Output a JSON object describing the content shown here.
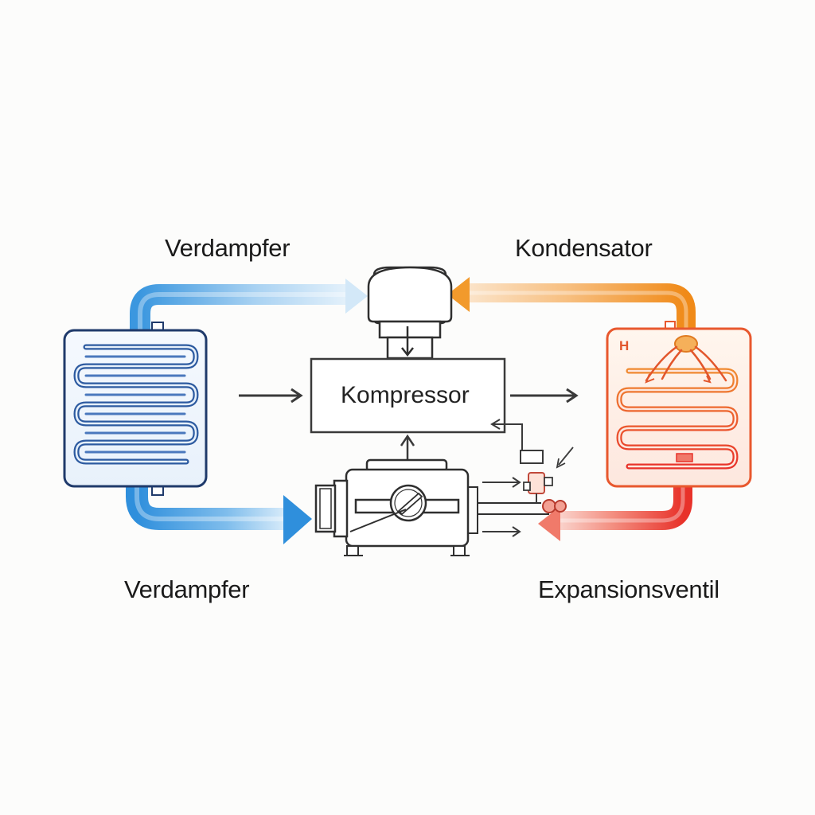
{
  "labels": {
    "top_left": "Verdampfer",
    "top_right": "Kondensator",
    "bottom_left": "Verdampfer",
    "bottom_right": "Expansionsventil",
    "center_box": "Kompressor",
    "condenser_mark": "H"
  },
  "colors": {
    "cold_pipe": "#3b97df",
    "cold_pipe_light": "#cfe6f8",
    "hot_pipe_top": "#f0901e",
    "hot_pipe_bottom": "#e8322a",
    "evaporator_outline": "#1f3a6b",
    "evaporator_coil": "#2c5aa0",
    "condenser_outline": "#e8582e",
    "line_art": "#3a3a3a"
  },
  "icons": {
    "evaporator": "evaporator-coil-icon",
    "condenser": "condenser-coil-icon",
    "compressor_head": "compressor-head-icon",
    "compressor_motor": "compressor-motor-icon",
    "expansion_valve": "expansion-valve-icon"
  }
}
